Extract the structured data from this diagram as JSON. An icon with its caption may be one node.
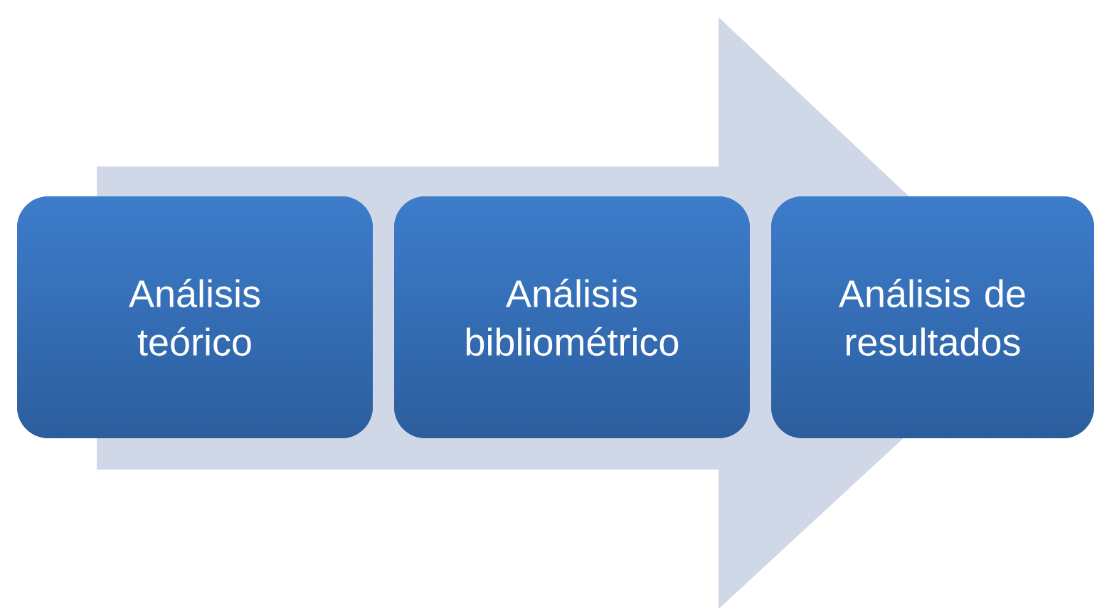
{
  "diagram": {
    "nodes": [
      {
        "text": [
          "Análisis teórico"
        ]
      },
      {
        "text": [
          "Análisis bibliométrico"
        ]
      },
      {
        "text": [
          "Análisis de resultados"
        ]
      }
    ],
    "edges": [
      {
        "from": 0,
        "to": 2,
        "arrow": "to"
      }
    ]
  }
}
